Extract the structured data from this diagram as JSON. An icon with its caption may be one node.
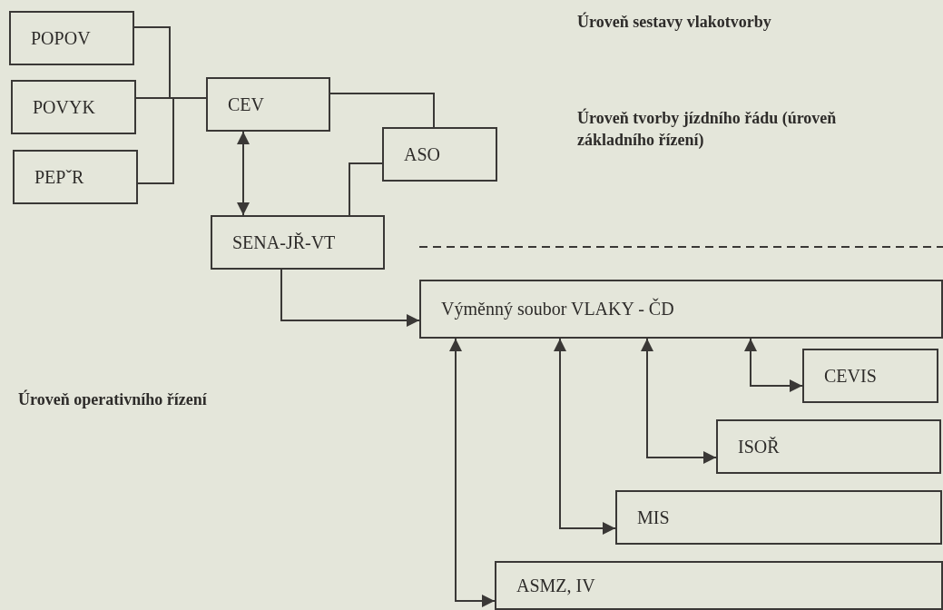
{
  "diagram": {
    "nodes": [
      {
        "text": [
          "POPOV"
        ]
      },
      {
        "text": [
          "POVYK"
        ]
      },
      {
        "text": [
          "PEPˇR"
        ]
      },
      {
        "text": [
          "CEV"
        ]
      },
      {
        "text": [
          "ASO"
        ]
      },
      {
        "text": [
          "SENA-JŘ-VT"
        ]
      },
      {
        "text": [
          "Výměnný soubor VLAKY - ČD"
        ]
      },
      {
        "text": [
          "CEVIS"
        ]
      },
      {
        "text": [
          "ISOŘ"
        ]
      },
      {
        "text": [
          "MIS"
        ]
      },
      {
        "text": [
          "ASMZ, IV"
        ]
      }
    ],
    "edges": [
      {
        "from": 0,
        "to": 3,
        "arrow": "none"
      },
      {
        "from": 1,
        "to": 3,
        "arrow": "none"
      },
      {
        "from": 2,
        "to": 3,
        "arrow": "none"
      },
      {
        "from": 3,
        "to": 5,
        "arrow": "both"
      },
      {
        "from": 3,
        "to": 4,
        "arrow": "none"
      },
      {
        "from": 4,
        "to": 5,
        "arrow": "none"
      },
      {
        "from": 5,
        "to": 6,
        "arrow": "to"
      },
      {
        "from": 6,
        "to": 7,
        "arrow": "both"
      },
      {
        "from": 6,
        "to": 8,
        "arrow": "both"
      },
      {
        "from": 6,
        "to": 9,
        "arrow": "both"
      },
      {
        "from": 6,
        "to": 10,
        "arrow": "both"
      }
    ],
    "labels": [
      "Úroveň sestavy vlakotvorby",
      "Úroveň tvorby jízdního řádu (úroveň základního řízení)",
      "Úroveň operativního řízení"
    ]
  }
}
